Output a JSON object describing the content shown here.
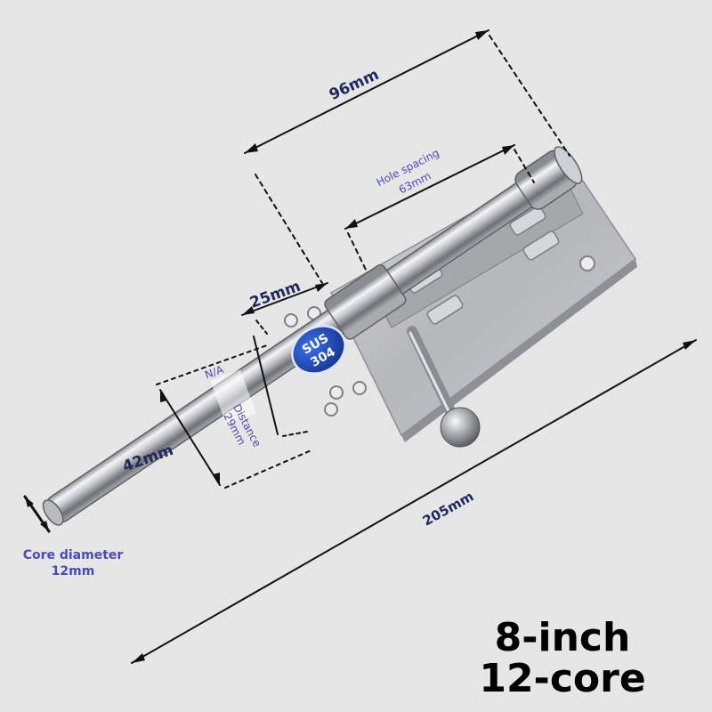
{
  "photo": {
    "subject": "stainless steel barrel bolt door latch"
  },
  "labels": {
    "top_width": "96mm",
    "hole_spacing_line1": "Hole spacing",
    "hole_spacing_line2": "63mm",
    "barrel_width": "25mm",
    "distance_line1": "Distance",
    "distance_line2": "29mm",
    "na": "N/A",
    "pin_length": "42mm",
    "total_length": "205mm",
    "core_line1": "Core diameter",
    "core_line2": "12mm"
  },
  "badge": {
    "line1": "SUS",
    "line2": "304"
  },
  "caption": {
    "line1": "8-inch",
    "line2": "12-core"
  },
  "colors": {
    "background": "#e6e6e6",
    "label_blue": "#4a4ab8",
    "dim_navy": "#1e2a5c",
    "badge_blue": "#1e4fc4",
    "steel_dark": "#6f7177",
    "steel_light": "#f4f4f6"
  }
}
